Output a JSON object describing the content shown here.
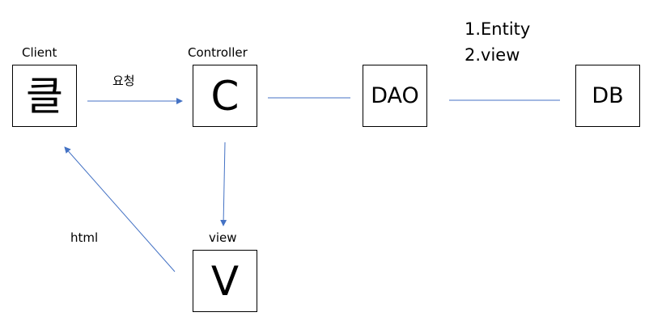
{
  "nodes": {
    "client": {
      "label": "Client",
      "symbol": "클"
    },
    "controller": {
      "label": "Controller",
      "symbol": "C"
    },
    "dao": {
      "text": "DAO"
    },
    "db": {
      "text": "DB"
    },
    "view": {
      "label": "view",
      "symbol": "V"
    }
  },
  "edges": {
    "request_label": "요청",
    "html_label": "html"
  },
  "notes": [
    "1.Entity",
    "2.view"
  ],
  "colors": {
    "connector": "#4472C4",
    "box_border": "#000000"
  }
}
